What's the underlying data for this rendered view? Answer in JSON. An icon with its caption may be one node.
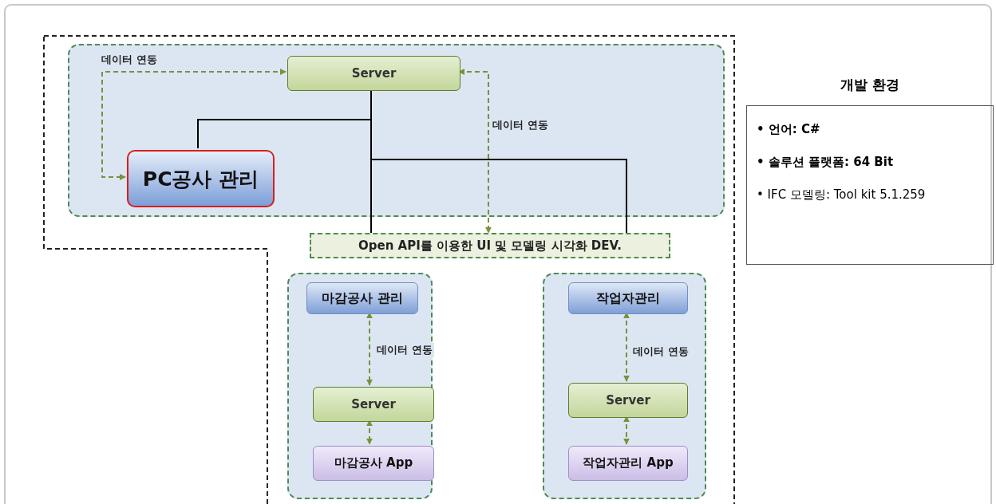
{
  "diagram": {
    "nodes": [
      {
        "text": [],
        "shape": "box"
      },
      {
        "text": [
          "Server"
        ],
        "in": 0
      },
      {
        "text": [
          "PC공사 관리"
        ],
        "in": 0
      },
      {
        "text": [
          "Open API를 이용한 UI 및 모델링 시각화 DEV."
        ]
      },
      {
        "text": [],
        "shape": "box"
      },
      {
        "text": [
          "마감공사 관리"
        ],
        "in": 4
      },
      {
        "text": [
          "Server"
        ],
        "in": 4
      },
      {
        "text": [
          "마감공사 App"
        ],
        "in": 4
      },
      {
        "text": [],
        "shape": "box"
      },
      {
        "text": [
          "작업자관리"
        ],
        "in": 8
      },
      {
        "text": [
          "Server"
        ],
        "in": 8
      },
      {
        "text": [
          "작업자관리 App"
        ],
        "in": 8
      },
      {
        "text": [
          "개발 환경",
          "• 언어: C#",
          "• 솔루션 플랫폼: 64 Bit",
          "• IFC 모델링: Tool kit 5.1.259"
        ]
      }
    ],
    "edges": [
      {
        "from": 1,
        "to": 2,
        "arrow": "both",
        "style": "dashed",
        "label": "데이터 연동"
      },
      {
        "from": 1,
        "to": 3,
        "arrow": "both",
        "style": "dashed",
        "label": "데이터 연동"
      },
      {
        "from": 1,
        "to": 2,
        "arrow": "none",
        "color": "#000000"
      },
      {
        "from": 1,
        "to": 3,
        "arrow": "none",
        "color": "#000000"
      },
      {
        "from": 1,
        "to": 3,
        "arrow": "none",
        "color": "#000000"
      },
      {
        "from": 5,
        "to": 6,
        "arrow": "both",
        "style": "dashed",
        "label": "데이터 연동"
      },
      {
        "from": 6,
        "to": 7,
        "arrow": "both",
        "style": "dashed"
      },
      {
        "from": 9,
        "to": 10,
        "arrow": "both",
        "style": "dashed",
        "label": "데이터 연동"
      },
      {
        "from": 10,
        "to": 11,
        "arrow": "both",
        "style": "dashed"
      }
    ]
  }
}
